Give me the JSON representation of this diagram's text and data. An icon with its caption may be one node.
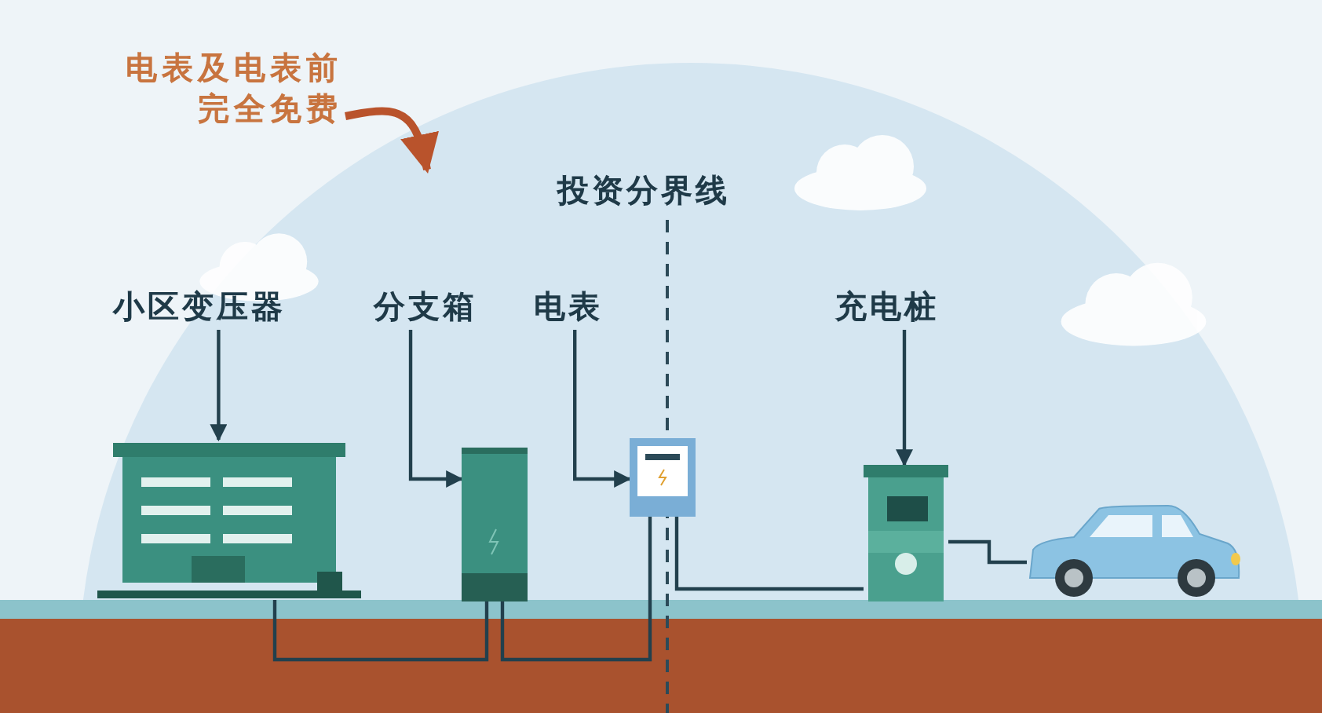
{
  "diagram": {
    "nodes": [
      {
        "text": [
          "小区变压器"
        ]
      },
      {
        "text": [],
        "shape": "picture"
      },
      {
        "text": [
          "分支箱"
        ]
      },
      {
        "text": [],
        "shape": "picture"
      },
      {
        "text": [
          "电表"
        ]
      },
      {
        "text": [],
        "shape": "picture"
      },
      {
        "text": [
          "充电桩"
        ]
      },
      {
        "text": [],
        "shape": "picture"
      },
      {
        "text": [],
        "shape": "picture"
      },
      {
        "text": [
          "电表及电表前完全免费"
        ]
      }
    ],
    "edges": [
      {
        "from": 0,
        "to": 1,
        "arrow": "to"
      },
      {
        "from": 2,
        "to": 3,
        "arrow": "to"
      },
      {
        "from": 4,
        "to": 5,
        "arrow": "to"
      },
      {
        "from": 6,
        "to": 7,
        "arrow": "to"
      },
      {
        "from": 1,
        "to": 3,
        "arrow": "none"
      },
      {
        "from": 3,
        "to": 5,
        "arrow": "none"
      },
      {
        "from": 5,
        "to": 7,
        "arrow": "none"
      },
      {
        "from": 7,
        "to": 8,
        "arrow": "none"
      },
      {
        "from": 9,
        "to": null,
        "arrow": "to",
        "color": "#b9532c",
        "style": "thick"
      }
    ],
    "labels": [
      "投资分界线"
    ]
  }
}
